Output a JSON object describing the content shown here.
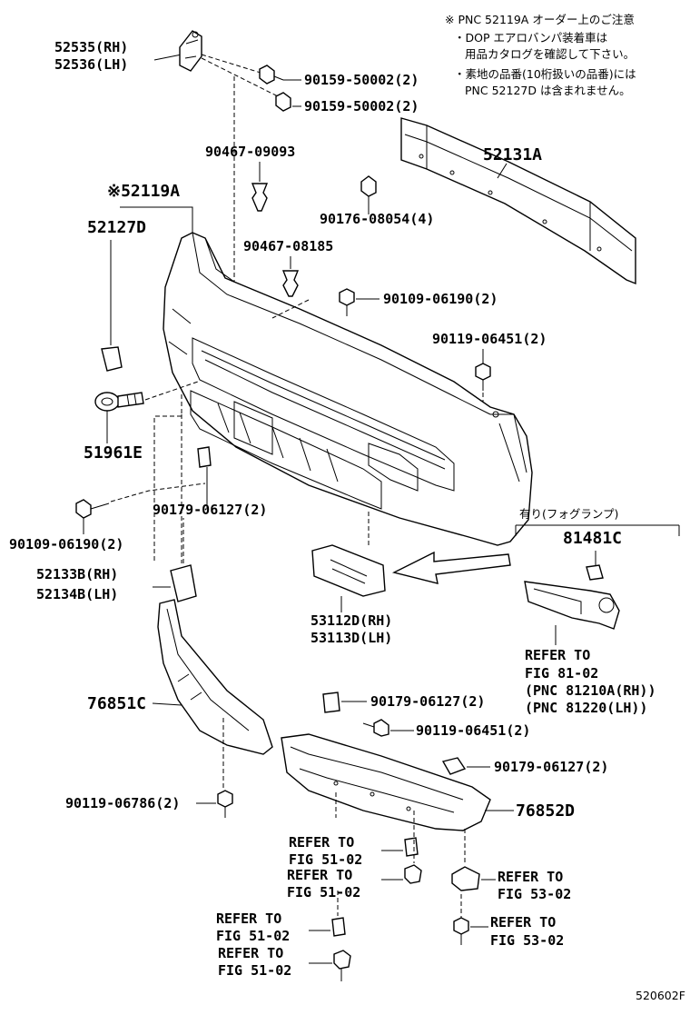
{
  "note": {
    "header": "※ PNC 52119A オーダー上のご注意",
    "line1": "・DOP エアロバンパ装着車は",
    "line2": "用品カタログを確認して下さい。",
    "line3": "・素地の品番(10桁扱いの品番)には",
    "line4": "PNC 52127D は含まれません。"
  },
  "labels": {
    "p52535": "52535(RH)",
    "p52536": "52536(LH)",
    "p90159a": "90159-50002(2)",
    "p90159b": "90159-50002(2)",
    "p52131A": "52131A",
    "p90467a": "90467-09093",
    "p52119A": "※52119A",
    "p52127D": "52127D",
    "p90176": "90176-08054(4)",
    "p90467b": "90467-08185",
    "p90109a": "90109-06190(2)",
    "p90119a": "90119-06451(2)",
    "p51961E": "51961E",
    "p90179a": "90179-06127(2)",
    "p90109b": "90109-06190(2)",
    "fog_header": "有り(フォグランプ)",
    "p81481C": "81481C",
    "p52133B": "52133B(RH)",
    "p52134B": "52134B(LH)",
    "p53112D": "53112D(RH)",
    "p53113D": "53113D(LH)",
    "refer_fig81_1": "REFER TO",
    "refer_fig81_2": "FIG 81-02",
    "refer_fig81_3": "(PNC 81210A(RH))",
    "refer_fig81_4": "(PNC 81220(LH))",
    "p76851C": "76851C",
    "p90179b": "90179-06127(2)",
    "p90119b": "90119-06451(2)",
    "p90179c": "90179-06127(2)",
    "p90119c": "90119-06786(2)",
    "p76852D": "76852D",
    "refer_a1": "REFER TO",
    "refer_a2": "FIG 51-02",
    "refer_b1": "REFER TO",
    "refer_b2": "FIG 51-02",
    "refer_c1": "REFER TO",
    "refer_c2": "FIG 53-02",
    "refer_d1": "REFER TO",
    "refer_d2": "FIG 51-02",
    "refer_e1": "REFER TO",
    "refer_e2": "FIG 53-02",
    "refer_f1": "REFER TO",
    "refer_f2": "FIG 51-02",
    "figure_code": "520602F"
  }
}
